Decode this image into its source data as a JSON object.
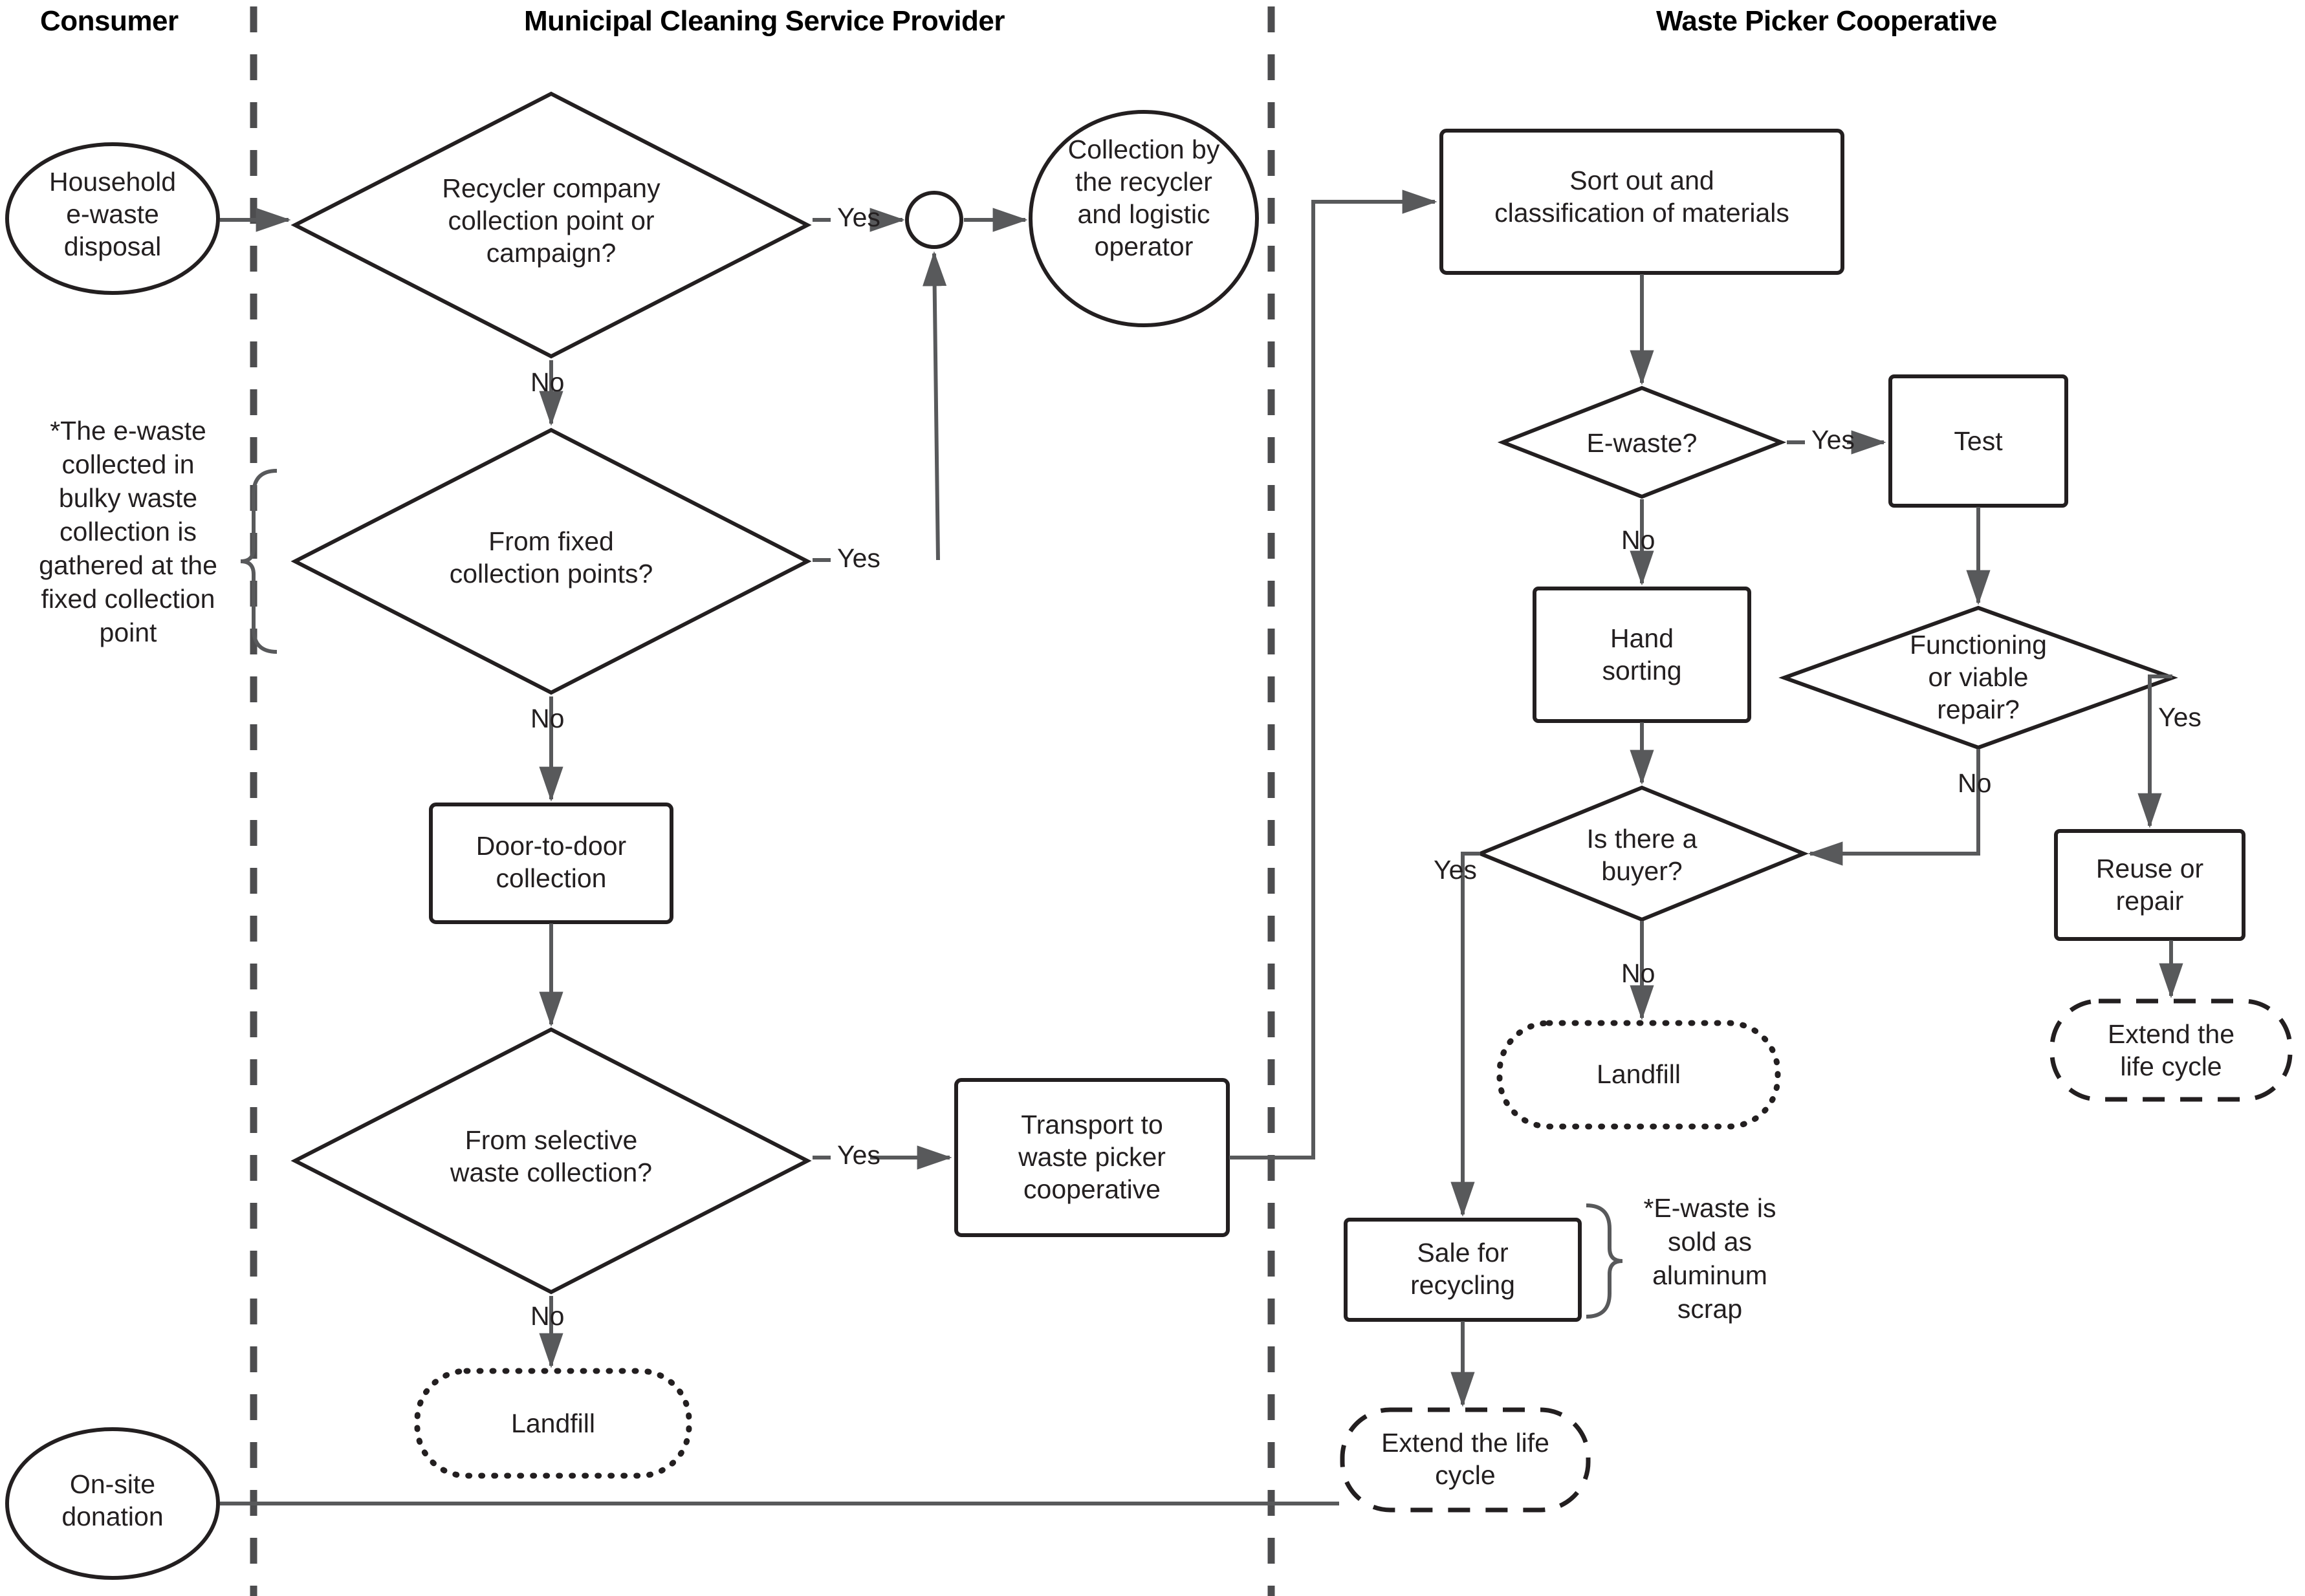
{
  "lanes": [
    {
      "id": "consumer",
      "title": "Consumer"
    },
    {
      "id": "municipal",
      "title": "Municipal Cleaning Service Provider"
    },
    {
      "id": "cooperative",
      "title": "Waste Picker Cooperative"
    }
  ],
  "nodes": {
    "household_disposal": {
      "label": "Household\ne-waste\ndisposal",
      "shape": "ellipse",
      "lane": "consumer"
    },
    "onsite_donation": {
      "label": "On-site\ndonation",
      "shape": "ellipse",
      "lane": "consumer"
    },
    "recycler_company": {
      "label": "Recycler company\ncollection point or\ncampaign?",
      "shape": "diamond",
      "lane": "municipal"
    },
    "fixed_points": {
      "label": "From fixed\ncollection points?",
      "shape": "diamond",
      "lane": "municipal"
    },
    "door_to_door": {
      "label": "Door-to-door\ncollection",
      "shape": "rect",
      "lane": "municipal"
    },
    "selective_waste": {
      "label": "From selective\nwaste collection?",
      "shape": "diamond",
      "lane": "municipal"
    },
    "landfill_municipal": {
      "label": "Landfill",
      "shape": "dotted-rounded",
      "lane": "municipal"
    },
    "merge_connector": {
      "label": "",
      "shape": "circle",
      "lane": "municipal"
    },
    "collection_recycler": {
      "label": "Collection by\nthe recycler\nand logistic\noperator",
      "shape": "ellipse",
      "lane": "municipal"
    },
    "transport_coop": {
      "label": "Transport to\nwaste picker\ncooperative",
      "shape": "rect",
      "lane": "municipal"
    },
    "sort_classify": {
      "label": "Sort out and\nclassification of materials",
      "shape": "rect",
      "lane": "cooperative"
    },
    "ewaste_q": {
      "label": "E-waste?",
      "shape": "diamond",
      "lane": "cooperative"
    },
    "test": {
      "label": "Test",
      "shape": "rect",
      "lane": "cooperative"
    },
    "hand_sorting": {
      "label": "Hand\nsorting",
      "shape": "rect",
      "lane": "cooperative"
    },
    "functioning_q": {
      "label": "Functioning\nor viable\nrepair?",
      "shape": "diamond",
      "lane": "cooperative"
    },
    "buyer_q": {
      "label": "Is there  a\nbuyer?",
      "shape": "diamond",
      "lane": "cooperative"
    },
    "reuse_repair": {
      "label": "Reuse or\nrepair",
      "shape": "rect",
      "lane": "cooperative"
    },
    "landfill_coop": {
      "label": "Landfill",
      "shape": "dotted-rounded",
      "lane": "cooperative"
    },
    "extend_life_right": {
      "label": "Extend the\nlife cycle",
      "shape": "dashed-rounded",
      "lane": "cooperative"
    },
    "sale_recycling": {
      "label": "Sale for\nrecycling",
      "shape": "rect",
      "lane": "cooperative"
    },
    "extend_life_bottom": {
      "label": "Extend the life\ncycle",
      "shape": "dashed-rounded",
      "lane": "cooperative"
    }
  },
  "edge_labels": {
    "recycler_yes": "Yes",
    "recycler_no": "No",
    "fixed_yes": "Yes",
    "fixed_no": "No",
    "selective_yes": "Yes",
    "selective_no": "No",
    "ewaste_yes": "Yes",
    "ewaste_no": "No",
    "functioning_yes": "Yes",
    "functioning_no": "No",
    "buyer_yes": "Yes",
    "buyer_no": "No"
  },
  "notes": {
    "bulky_waste": "*The e-waste\ncollected in\nbulky waste\ncollection is\ngathered at the\nfixed collection\npoint",
    "aluminum_scrap": "*E-waste is\nsold as\naluminum\nscrap"
  },
  "colors": {
    "stroke": "#231f20",
    "edge": "#58595b",
    "background": "#ffffff",
    "text": "#231f20"
  },
  "chart_data": {
    "type": "flowchart",
    "title": "E-waste reverse logistics flowchart",
    "lanes": [
      "Consumer",
      "Municipal Cleaning Service Provider",
      "Waste Picker Cooperative"
    ],
    "edges": [
      {
        "from": "household_disposal",
        "to": "recycler_company",
        "label": ""
      },
      {
        "from": "recycler_company",
        "to": "merge_connector",
        "label": "Yes"
      },
      {
        "from": "merge_connector",
        "to": "collection_recycler",
        "label": ""
      },
      {
        "from": "recycler_company",
        "to": "fixed_points",
        "label": "No"
      },
      {
        "from": "fixed_points",
        "to": "merge_connector",
        "label": "Yes"
      },
      {
        "from": "fixed_points",
        "to": "door_to_door",
        "label": "No"
      },
      {
        "from": "door_to_door",
        "to": "selective_waste",
        "label": ""
      },
      {
        "from": "selective_waste",
        "to": "transport_coop",
        "label": "Yes"
      },
      {
        "from": "selective_waste",
        "to": "landfill_municipal",
        "label": "No"
      },
      {
        "from": "transport_coop",
        "to": "sort_classify",
        "label": ""
      },
      {
        "from": "onsite_donation",
        "to": "extend_life_bottom",
        "label": ""
      },
      {
        "from": "sort_classify",
        "to": "ewaste_q",
        "label": ""
      },
      {
        "from": "ewaste_q",
        "to": "test",
        "label": "Yes"
      },
      {
        "from": "ewaste_q",
        "to": "hand_sorting",
        "label": "No"
      },
      {
        "from": "test",
        "to": "functioning_q",
        "label": ""
      },
      {
        "from": "functioning_q",
        "to": "reuse_repair",
        "label": "Yes"
      },
      {
        "from": "functioning_q",
        "to": "buyer_q",
        "label": "No"
      },
      {
        "from": "reuse_repair",
        "to": "extend_life_right",
        "label": ""
      },
      {
        "from": "hand_sorting",
        "to": "buyer_q",
        "label": ""
      },
      {
        "from": "buyer_q",
        "to": "sale_recycling",
        "label": "Yes"
      },
      {
        "from": "buyer_q",
        "to": "landfill_coop",
        "label": "No"
      },
      {
        "from": "sale_recycling",
        "to": "extend_life_bottom",
        "label": ""
      }
    ]
  }
}
